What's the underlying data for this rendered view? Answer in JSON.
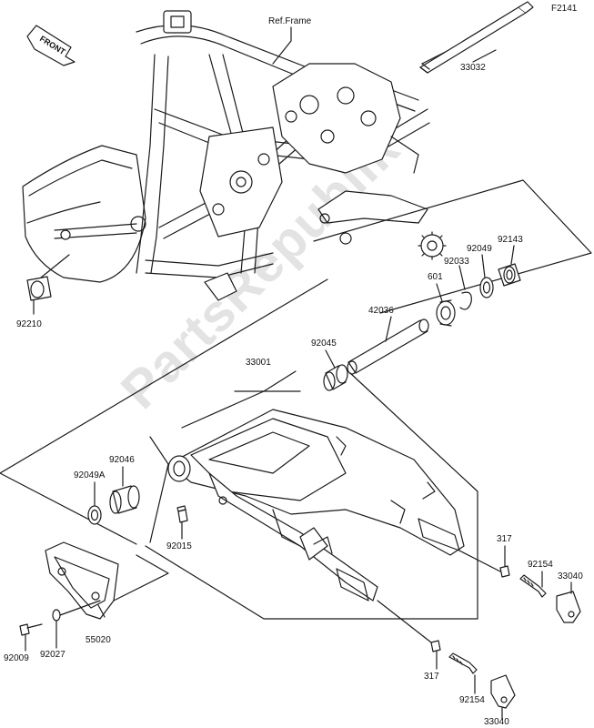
{
  "diagram_code": "F2141",
  "front_badge": "FRONT",
  "watermark": "PartsRepublik",
  "labels": {
    "ref_frame": "Ref.Frame",
    "p33032": "33032",
    "p92143": "92143",
    "p92049": "92049",
    "p92033": "92033",
    "p601": "601",
    "p42036": "42036",
    "p92045": "92045",
    "p33001": "33001",
    "p92210": "92210",
    "p92046": "92046",
    "p92049a": "92049A",
    "p92015": "92015",
    "p317_right": "317",
    "p92154_right": "92154",
    "p33040_right": "33040",
    "p317_bottom": "317",
    "p92154_bottom": "92154",
    "p33040_bottom": "33040",
    "p55020": "55020",
    "p92009": "92009",
    "p92027": "92027"
  },
  "colors": {
    "line": "#1a1a1a",
    "fill": "#ffffff",
    "watermark": "#e3e3e3"
  }
}
